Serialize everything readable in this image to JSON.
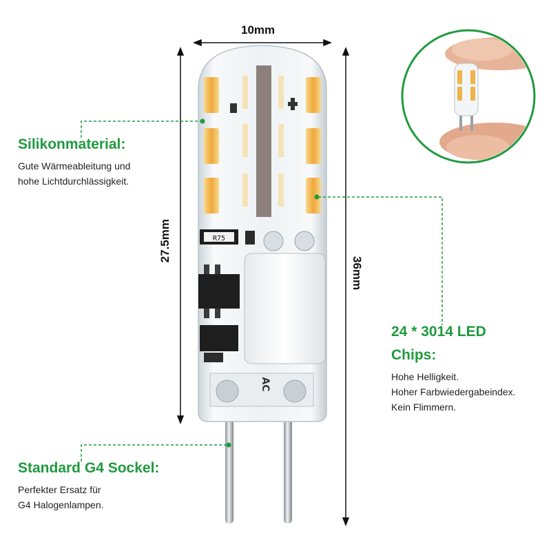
{
  "dimensions": {
    "width_label": "10mm",
    "body_height_label": "27.5mm",
    "total_height_label": "36mm"
  },
  "callouts": {
    "silicone": {
      "title": "Silikonmaterial:",
      "lines": [
        "Gute Wärmeableitung und",
        "hohe Lichtdurchlässigkeit."
      ]
    },
    "leds": {
      "title_line1": "24 * 3014 LED",
      "title_line2": "Chips:",
      "lines": [
        "Hohe Helligkeit.",
        "Hoher Farbwiedergabeindex.",
        "Kein Flimmern."
      ]
    },
    "socket": {
      "title": "Standard G4 Sockel:",
      "lines": [
        "Perfekter Ersatz für",
        "G4 Halogenlampen."
      ]
    }
  },
  "bulb_print": {
    "resistor_label": "R75",
    "base_label": "AC"
  },
  "colors": {
    "accent_green": "#1f9a3e",
    "led_amber": "#f2b34a",
    "silicone": "#eef2f4"
  }
}
